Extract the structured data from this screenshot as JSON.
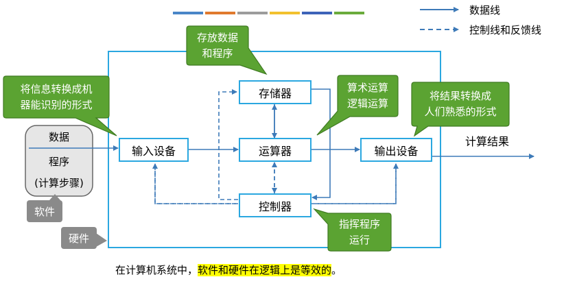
{
  "legend": {
    "data_line": "数据线",
    "control_line": "控制线和反馈线"
  },
  "title_bar_colors": [
    "#4a86c8",
    "#e07a2e",
    "#9c9c9c",
    "#f2c12e",
    "#3d63b8",
    "#6aab3c"
  ],
  "components": {
    "input": "输入设备",
    "memory": "存储器",
    "alu": "运算器",
    "output": "输出设备",
    "controller": "控制器"
  },
  "callouts": {
    "memory": [
      "存放数据",
      "和程序"
    ],
    "input": [
      "将信息转换成机",
      "器能识别的形式"
    ],
    "alu": [
      "算术运算",
      "逻辑运算"
    ],
    "output": [
      "将结果转换成",
      "人们熟悉的形式"
    ],
    "controller": [
      "指挥程序",
      "运行"
    ]
  },
  "software_box": {
    "line1": "数据",
    "line2": "程序",
    "line3": "(计算步骤)"
  },
  "labels": {
    "software": "软件",
    "hardware": "硬件",
    "result": "计算结果"
  },
  "footer": {
    "prefix": "在计算机系统中，",
    "highlight": "软件和硬件在逻辑上是等效的",
    "suffix": "。"
  },
  "colors": {
    "frame": "#2aa7e0",
    "data_line": "#3d7ab8",
    "control_line": "#3d7ab8",
    "callout_fill": "#5ba332",
    "callout_border": "#3f7a22",
    "software_fill": "#e6e6e6",
    "label_fill": "#8a8a8a",
    "highlight": "#ffff00"
  }
}
